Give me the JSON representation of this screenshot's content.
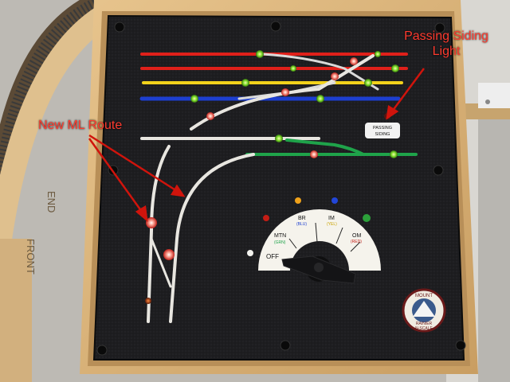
{
  "annotations": {
    "passing_siding_line1": "Passing Siding",
    "passing_siding_line2": "Light",
    "new_ml_route": "New ML Route"
  },
  "panel": {
    "passing_siding_label_1": "PASSING",
    "passing_siding_label_2": "SIDING",
    "rotary_switch": {
      "positions": [
        {
          "label": "OFF",
          "sub": ""
        },
        {
          "label": "MTN",
          "sub": "(GRN)"
        },
        {
          "label": "BR",
          "sub": "(BLU)"
        },
        {
          "label": "IM",
          "sub": "(YEL)"
        },
        {
          "label": "OM",
          "sub": "(RED)"
        }
      ]
    },
    "logo": {
      "top": "MOUNT",
      "middle": "RAINIER",
      "bottom": "N-SCALE"
    }
  },
  "frame_text": {
    "left_1": "FRONT",
    "left_2": "END"
  },
  "colors": {
    "panel": "#1c1c1e",
    "wood": "#d8b27a",
    "track_red": "#e0201a",
    "track_yellow": "#f2d21b",
    "track_blue": "#1d3fd0",
    "track_green": "#1fa34a",
    "track_white": "#e8e6e0"
  }
}
